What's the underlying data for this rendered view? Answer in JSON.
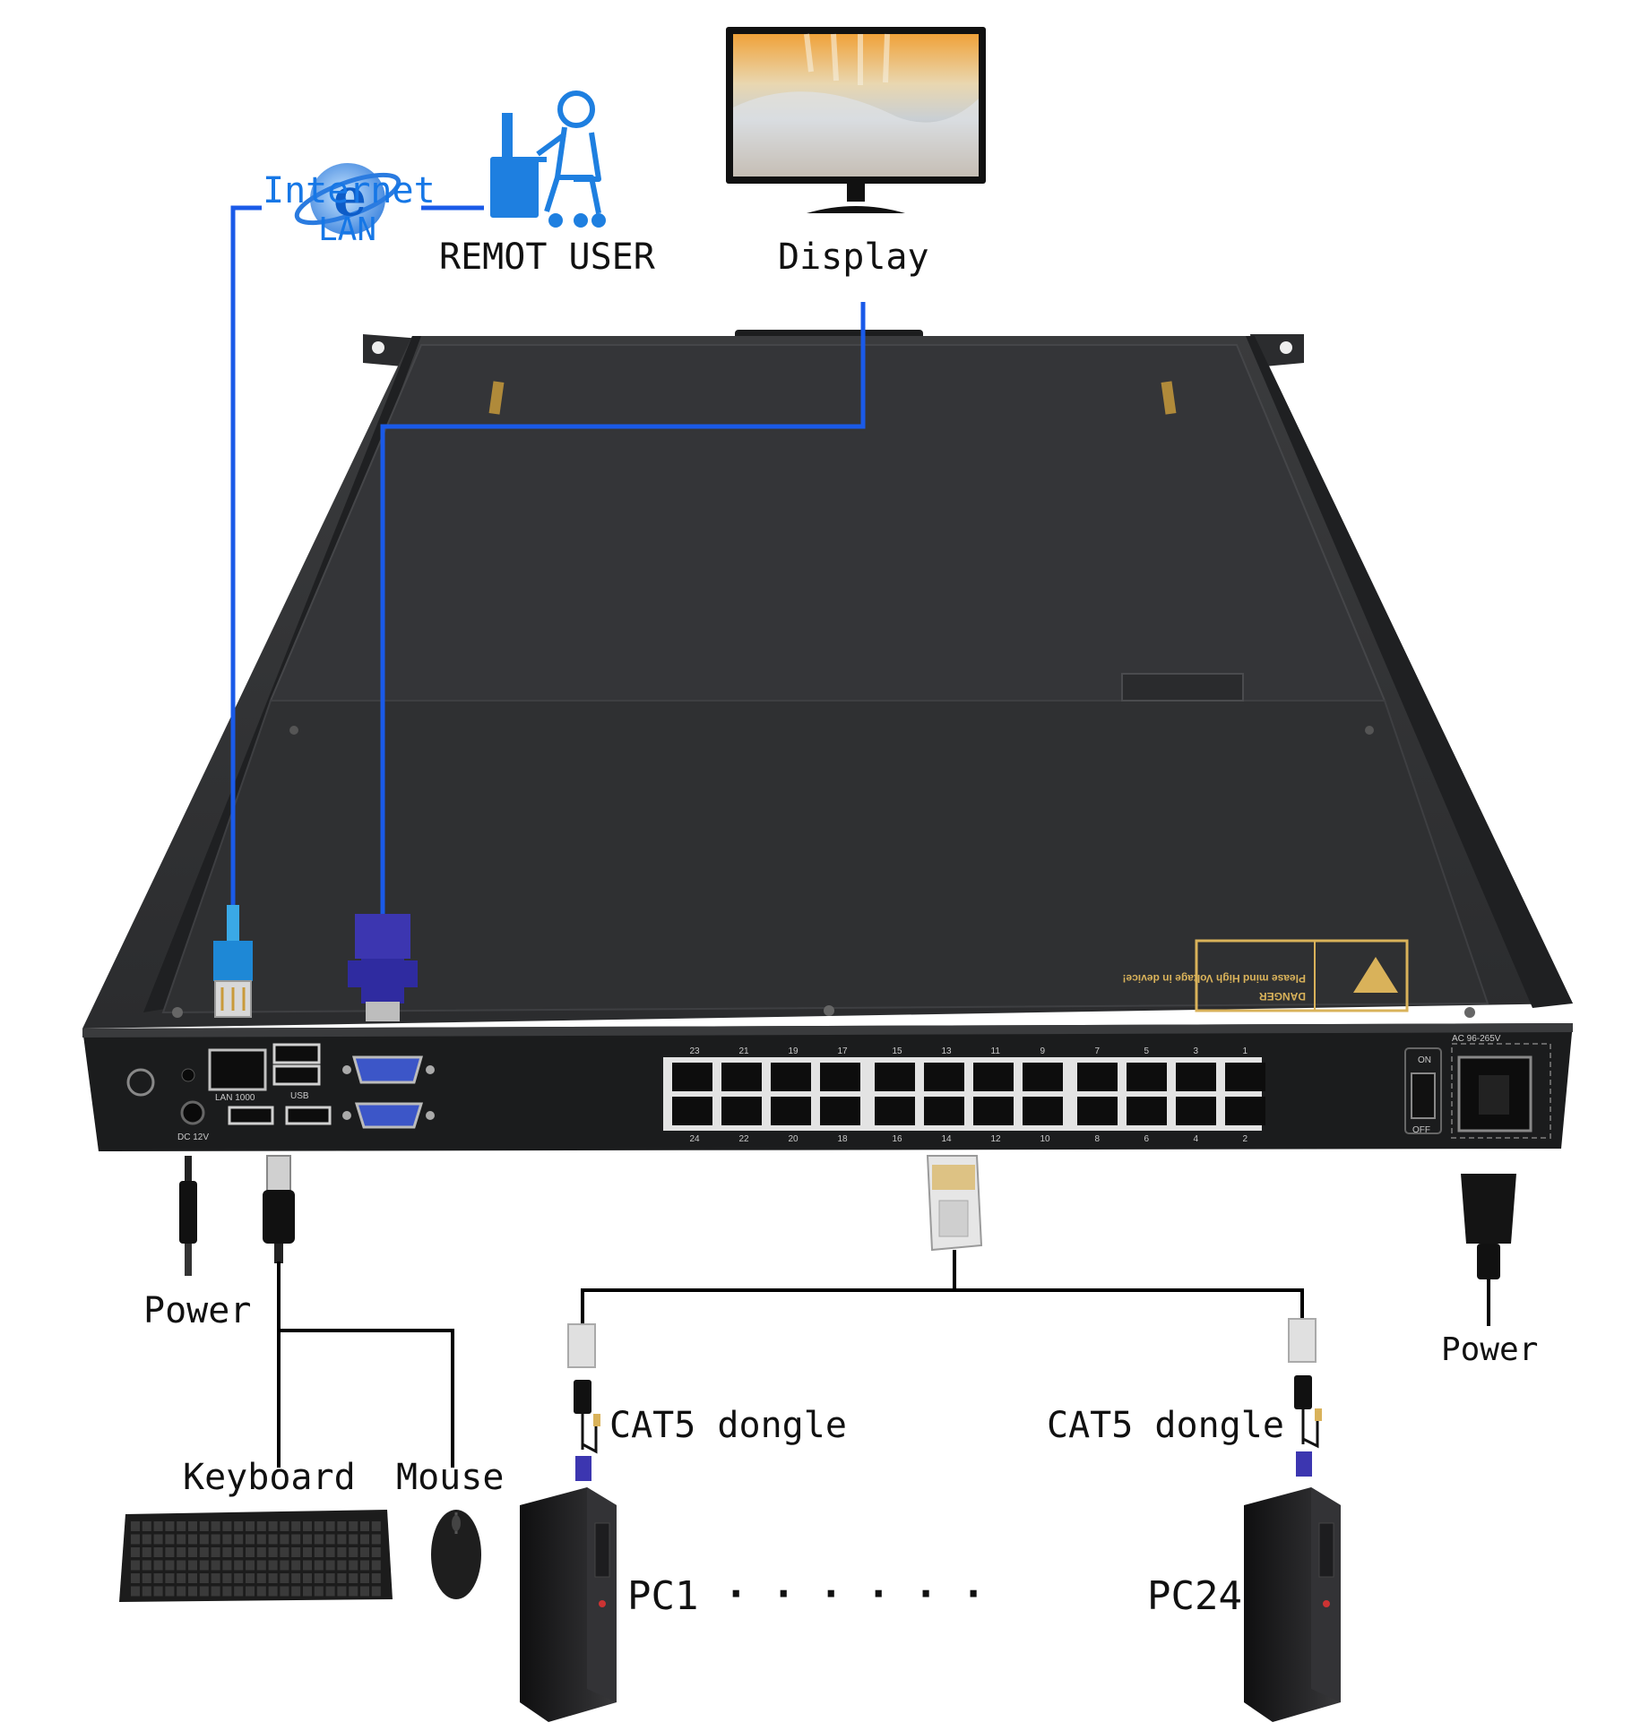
{
  "labels": {
    "internet": "Internet",
    "lan": "LAN",
    "remote_user": "REMOT USER",
    "display": "Display",
    "power_left": "Power",
    "power_right": "Power",
    "keyboard": "Keyboard",
    "mouse": "Mouse",
    "dongle_left": "CAT5 dongle",
    "dongle_right": "CAT5 dongle",
    "pc_first": "PC1",
    "pc_last": "PC24",
    "ellipsis": "·  ·  ·  ·  ·  ·"
  },
  "device_panel": {
    "lan_port": "LAN 1000",
    "usb_port": "USB",
    "dc_in": "DC 12V",
    "ac_in": "AC 96-265V",
    "switch_on": "ON",
    "switch_off": "OFF",
    "danger_title": "DANGER",
    "danger_text": "Please mind High Voltage in device!",
    "ports_top": [
      "23",
      "21",
      "19",
      "17",
      "15",
      "13",
      "11",
      "9",
      "7",
      "5",
      "3",
      "1"
    ],
    "ports_bottom": [
      "24",
      "22",
      "20",
      "18",
      "16",
      "14",
      "12",
      "10",
      "8",
      "6",
      "4",
      "2"
    ]
  },
  "colors": {
    "link_blue": "#1a5ae8",
    "wire_black": "#000000",
    "chassis": "#2e2f31",
    "chassis_dark": "#1b1c1d",
    "gold": "#d9b25a"
  },
  "icons": [
    "globe-icon",
    "remote-user-icon",
    "monitor-icon",
    "keyboard-icon",
    "mouse-icon",
    "pc-tower-icon",
    "rj45-plug-icon",
    "vga-plug-icon",
    "usb-plug-icon",
    "dc-plug-icon",
    "ac-power-plug-icon",
    "cat5-dongle-icon"
  ]
}
